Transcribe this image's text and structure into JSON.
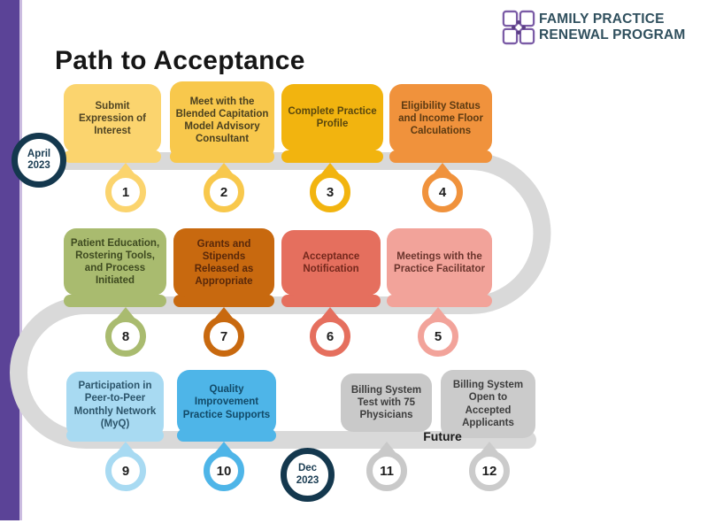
{
  "slide": {
    "title": "Path to Acceptance"
  },
  "logo": {
    "line1": "FAMILY PRACTICE",
    "line2": "RENEWAL PROGRAM",
    "icon": "quatrefoil-icon",
    "icon_color": "#7B5CA6",
    "dot_color": "#5B3E85",
    "text_color": "#30505E"
  },
  "colors": {
    "road": "#D9D9D9",
    "navy": "#14384E",
    "sidebar": "#5B4397"
  },
  "future_label": "Future",
  "dates": [
    {
      "line1": "April",
      "line2": "2023"
    },
    {
      "line1": "Dec",
      "line2": "2023"
    }
  ],
  "steps": [
    {
      "num": "1",
      "label": "Submit Expression of Interest",
      "color": "#FBD46E",
      "text_color": "#4F4423"
    },
    {
      "num": "2",
      "label": "Meet with the Blended Capitation Model Advisory Consultant",
      "color": "#F8C84C",
      "text_color": "#4A401F"
    },
    {
      "num": "3",
      "label": "Complete Practice Profile",
      "color": "#F2B40F",
      "text_color": "#5A470E"
    },
    {
      "num": "4",
      "label": "Eligibility Status and Income Floor Calculations",
      "color": "#F0923C",
      "text_color": "#5C3A12"
    },
    {
      "num": "5",
      "label": "Meetings with the Practice Facilitator",
      "color": "#F2A39A",
      "text_color": "#6B352D"
    },
    {
      "num": "6",
      "label": "Acceptance Notification",
      "color": "#E56F5E",
      "text_color": "#74281C"
    },
    {
      "num": "7",
      "label": "Grants and Stipends Released as Appropriate",
      "color": "#C8690F",
      "text_color": "#59280A"
    },
    {
      "num": "8",
      "label": "Patient Education, Rostering Tools, and Process Initiated",
      "color": "#A9BB6F",
      "text_color": "#3E4A20"
    },
    {
      "num": "9",
      "label": "Participation in Peer-to-Peer Monthly Network (MyQ)",
      "color": "#A8DAF2",
      "text_color": "#2C556B"
    },
    {
      "num": "10",
      "label": "Quality Improvement Practice Supports",
      "color": "#4EB5E8",
      "text_color": "#124A68"
    },
    {
      "num": "11",
      "label": "Billing System Test with 75 Physicians",
      "color": "#C9C9C9",
      "text_color": "#3D3D3D"
    },
    {
      "num": "12",
      "label": "Billing System Open to Accepted Applicants",
      "color": "#CBCBCB",
      "text_color": "#3D3D3D"
    }
  ]
}
